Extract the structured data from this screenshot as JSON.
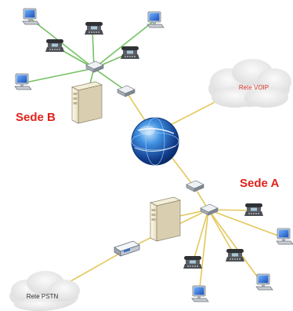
{
  "labels": {
    "site_b": "Sede B",
    "site_a": "Sede A",
    "cloud_voip": "Rete VOIP",
    "cloud_pstn": "Rete PSTN"
  },
  "colors": {
    "site_label": "#e0221b",
    "voip_label": "#d8382c",
    "pstn_label": "#333333",
    "link_lan_b": "#74c163",
    "link_wan": "#e3c85a",
    "link_lan_a": "#e3c85a",
    "cloud_fill": "#eeeeee",
    "globe": "#1c5fb8"
  },
  "icons": {
    "pc": "desktop-computer-icon",
    "phone": "ip-phone-icon",
    "server": "server-tower-icon",
    "switch": "network-switch-icon",
    "gateway": "voip-gateway-icon",
    "globe": "internet-globe-icon",
    "cloud": "cloud-icon"
  }
}
